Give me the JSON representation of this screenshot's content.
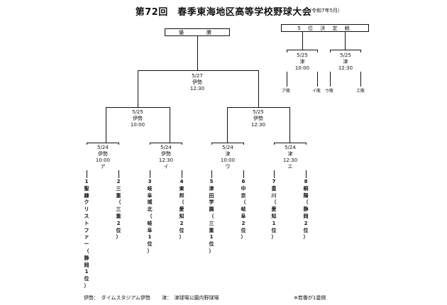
{
  "title": "第72回　春季東海地区高等学校野球大会",
  "era_note": "（令和7年5月）",
  "final_label": "優　　勝",
  "consolation_label": "5 位 決 定 戦",
  "games": {
    "final": [
      "5/27",
      "伊勢",
      "12:30"
    ],
    "semi_left": [
      "5/25",
      "伊勢",
      "10:00"
    ],
    "semi_right": [
      "5/25",
      "伊勢",
      "12:30"
    ],
    "qf_a": [
      "5/24",
      "伊勢",
      "10:00",
      "ア"
    ],
    "qf_i": [
      "5/24",
      "伊勢",
      "12:30",
      "イ"
    ],
    "qf_u": [
      "5/24",
      "津",
      "10:00",
      "ウ"
    ],
    "qf_e": [
      "5/24",
      "津",
      "12:30",
      "エ"
    ],
    "cons_1": [
      "5/25",
      "津",
      "10:00"
    ],
    "cons_2": [
      "5/25",
      "津",
      "12:30"
    ]
  },
  "losers": [
    "ア敗",
    "イ敗",
    "ウ敗",
    "エ敗"
  ],
  "teams": [
    {
      "num": "1",
      "line1": "聖隷クリストファー",
      "line2": "（静岡1位）"
    },
    {
      "num": "2",
      "line1": "三重",
      "line2": "（三重2位）"
    },
    {
      "num": "3",
      "line1": "岐阜城北",
      "line2": "（岐阜1位）"
    },
    {
      "num": "4",
      "line1": "東邦",
      "line2": "（愛知2位）"
    },
    {
      "num": "5",
      "line1": "津田学園",
      "line2": "（三重1位）"
    },
    {
      "num": "6",
      "line1": "中京",
      "line2": "（岐阜2位）"
    },
    {
      "num": "7",
      "line1": "豊川",
      "line2": "（愛知1位）"
    },
    {
      "num": "8",
      "line1": "桐陽",
      "line2": "（静岡2位）"
    }
  ],
  "footer": {
    "ise": "伊勢：　ダイムスタジアム伊勢",
    "tsu": "津：　津球場公園内野球場",
    "note": "※若番が1塁側"
  }
}
